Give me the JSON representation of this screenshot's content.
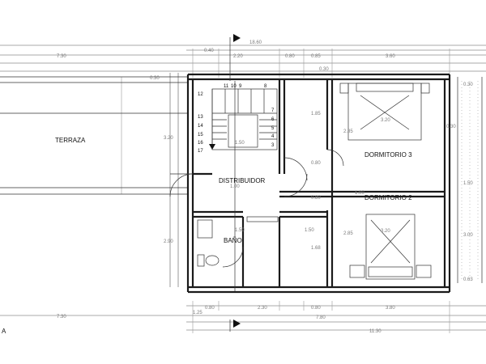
{
  "rooms": {
    "terraza": "TERRAZA",
    "distribuidor": "DISTRIBUIDOR",
    "dormitorio3": "DORMITORIO 3",
    "dormitorio2": "DORMITORIO 2",
    "bano": "BAÑO"
  },
  "corner_label": "A",
  "stairs": {
    "top_steps": [
      "12",
      "11",
      "10",
      "9",
      "8"
    ],
    "left_steps": [
      "13",
      "14",
      "15",
      "16",
      "17"
    ],
    "right_steps": [
      "7",
      "6",
      "5",
      "4",
      "3"
    ]
  },
  "dimensions": {
    "top_total": "18.60",
    "top_a": "0.40",
    "top_left": "7.30",
    "top_b": "2.20",
    "top_c": "0.80",
    "top_d": "0.85",
    "top_e": "3.60",
    "top_f": "0.30",
    "left_h": "3.20",
    "left_h2": "2.90",
    "dorm3_w": "3.20",
    "dorm3_h": "2.85",
    "dorm2_w": "3.20",
    "dorm2_h": "2.85",
    "side_a": "0.30",
    "side_b": "1.50",
    "side_c": "3.00",
    "side_d": "0.63",
    "mid_a": "1.00",
    "mid_b": "0.80",
    "mid_c": "1.85",
    "mid_d": "1.50",
    "mid_e": "1.68",
    "bot_a": "0.80",
    "bot_b": "2.30",
    "bot_c": "0.80",
    "bot_d": "3.80",
    "bot_e": "1.25",
    "bot_left": "7.30",
    "bot_mid": "7.80",
    "bot_total": "11.30"
  }
}
